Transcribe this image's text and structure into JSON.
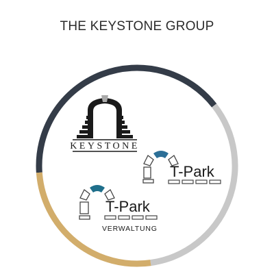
{
  "header": {
    "title": "THE KEYSTONE GROUP"
  },
  "ring": {
    "segments": [
      {
        "color": "#343c48"
      },
      {
        "color": "#c8c8c8"
      },
      {
        "color": "#d2ad6b"
      }
    ]
  },
  "logos": {
    "keystone": {
      "name": "KEYSTONE",
      "icon": "keystone-arch-icon"
    },
    "tpark": {
      "name": "T-Park",
      "icon": "tpark-arch-icon",
      "accent": "#2c6f97"
    },
    "tpark_verwaltung": {
      "name": "T-Park",
      "subtitle": "VERWALTUNG",
      "icon": "tpark-arch-icon",
      "accent": "#1f6f8b"
    }
  }
}
